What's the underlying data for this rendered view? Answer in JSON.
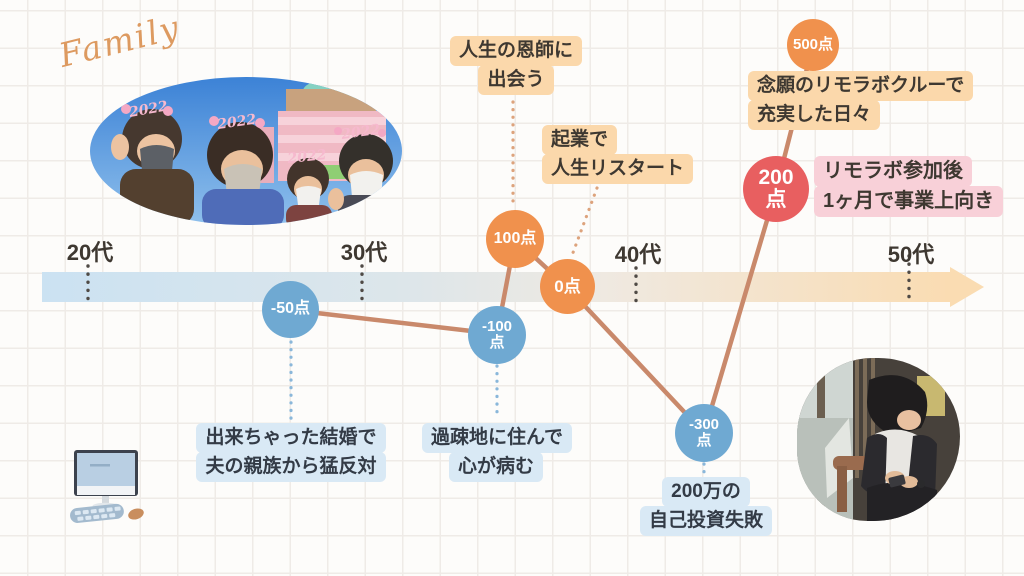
{
  "page": {
    "family_script": "Family",
    "description_visible_only": "life-score timeline over age decades"
  },
  "timeline": {
    "age_labels": [
      "20代",
      "30代",
      "40代",
      "50代"
    ]
  },
  "chart_data": {
    "type": "line",
    "x_axis_ticks": [
      "20代",
      "30代",
      "40代",
      "50代"
    ],
    "axis_style": "horizontal gradient arrow, blue (young) to peach (older)",
    "points": [
      {
        "label": "-50点",
        "value": -50,
        "node_color": "blue",
        "event": "出来ちゃった結婚で夫の親族から猛反対"
      },
      {
        "label": "-100点",
        "value": -100,
        "node_color": "blue",
        "event": "過疎地に住んで心が病む"
      },
      {
        "label": "100点",
        "value": 100,
        "node_color": "orange",
        "event": "人生の恩師に出会う"
      },
      {
        "label": "0点",
        "value": 0,
        "node_color": "orange",
        "event": "起業で人生リスタート"
      },
      {
        "label": "-300点",
        "value": -300,
        "node_color": "blue",
        "event": "200万の自己投資失敗"
      },
      {
        "label": "200点",
        "value": 200,
        "node_color": "red",
        "event": "リモラボ参加後1ヶ月で事業上向き"
      },
      {
        "label": "500点",
        "value": 500,
        "node_color": "orange",
        "event": "念願のリモラボクルーで充実した日々"
      }
    ]
  },
  "nodes": {
    "minus50": {
      "l1": "-50点"
    },
    "plus100": {
      "l1": "100点"
    },
    "zero": {
      "l1": "0点"
    },
    "minus100": {
      "l1": "-100",
      "l2": "点"
    },
    "minus300": {
      "l1": "-300",
      "l2": "点"
    },
    "plus200": {
      "l1": "200",
      "l2": "点"
    },
    "plus500": {
      "l1": "500点"
    }
  },
  "captions": {
    "mentor": {
      "l1": "人生の恩師に",
      "l2": "出会う"
    },
    "restart": {
      "l1": "起業で",
      "l2": "人生リスタート"
    },
    "crew": {
      "l1": "念願のリモラボクルーで",
      "l2": "充実した日々"
    },
    "uptrend": {
      "l1": "リモラボ参加後",
      "l2": "1ヶ月で事業上向き"
    },
    "marriage": {
      "l1": "出来ちゃった結婚で",
      "l2": "夫の親族から猛反対"
    },
    "rural": {
      "l1": "過疎地に住んで",
      "l2": "心が病む"
    },
    "investment": {
      "l1": "200万の",
      "l2": "自己投資失敗"
    }
  },
  "photos": {
    "family_photo_note": "oval family selfie, four people with 2022 headbands in front of pink castle",
    "profile_photo_note": "round photo, person with black bob hair seated, looking at phone"
  },
  "icons": {
    "computer": "desktop-computer-with-keyboard-and-mouse-illustration"
  },
  "colors": {
    "node_orange": "#f0914d",
    "node_blue": "#6fa9d2",
    "node_red": "#e85f60",
    "box_peach": "#fbd8ab",
    "box_pink": "#f8d0d8",
    "box_blue": "#d9e9f5",
    "connector_line": "#c9896b",
    "dotted_tan": "#dda37c",
    "dotted_blue": "#8ab7da",
    "tick_dots": "#4f4a45",
    "arrow_gradient_start": "#cbe2f2",
    "arrow_gradient_end": "#fadcb2",
    "script_orange": "#dd9a60"
  }
}
